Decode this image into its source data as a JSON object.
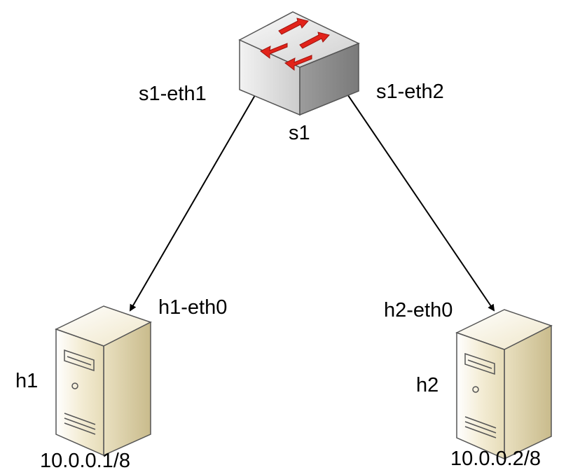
{
  "switch": {
    "name": "s1"
  },
  "ports": {
    "s1_eth1": "s1-eth1",
    "s1_eth2": "s1-eth2",
    "h1_eth0": "h1-eth0",
    "h2_eth0": "h2-eth0"
  },
  "hosts": [
    {
      "name": "h1",
      "ip": "10.0.0.1/8"
    },
    {
      "name": "h2",
      "ip": "10.0.0.2/8"
    }
  ],
  "colors": {
    "switch_arrow": "#e2231a",
    "link": "#000000",
    "server_body": "#efe6c8"
  }
}
